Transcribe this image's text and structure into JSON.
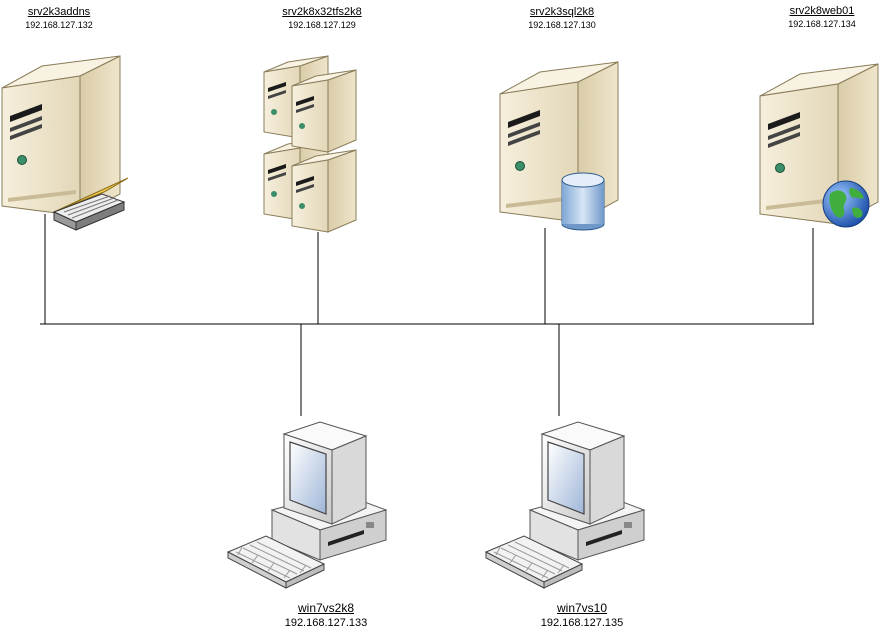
{
  "servers": [
    {
      "name": "srv2k3addns",
      "ip": "192.168.127.132",
      "icon": "server-with-directory-book-icon"
    },
    {
      "name": "srv2k8x32tfs2k8",
      "ip": "192.168.127.129",
      "icon": "server-cluster-icon"
    },
    {
      "name": "srv2k3sql2k8",
      "ip": "192.168.127.130",
      "icon": "server-with-database-icon"
    },
    {
      "name": "srv2k8web01",
      "ip": "192.168.127.134",
      "icon": "server-with-globe-icon"
    }
  ],
  "workstations": [
    {
      "name": "win7vs2k8",
      "ip": "192.168.127.133",
      "icon": "desktop-computer-icon"
    },
    {
      "name": "win7vs10",
      "ip": "192.168.127.135",
      "icon": "desktop-computer-icon"
    }
  ],
  "colors": {
    "server_front": "#efe6cf",
    "server_side": "#d8cba7",
    "server_top": "#f7f1e0",
    "line": "#000000",
    "globe_blue": "#2a6fd1",
    "globe_green": "#3fae3f",
    "db_blue": "#a9c6e6"
  }
}
